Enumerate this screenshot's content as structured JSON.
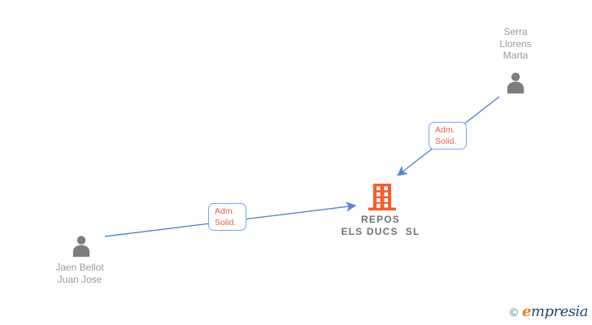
{
  "diagram": {
    "nodes": {
      "serra": {
        "type": "person",
        "label": "Serra\nLlorens\nMarta"
      },
      "jaen": {
        "type": "person",
        "label": "Jaen Bellot\nJuan Jose"
      },
      "repos": {
        "type": "company",
        "label": "REPOS\nELS DUCS  SL"
      }
    },
    "edges": [
      {
        "from": "Serra Llorens Marta",
        "to": "REPOS ELS DUCS SL",
        "label": "Adm.\nSolid."
      },
      {
        "from": "Jaen Bellot Juan Jose",
        "to": "REPOS ELS DUCS SL",
        "label": "Adm.\nSolid."
      }
    ]
  },
  "watermark": {
    "copyright_symbol": "©",
    "brand_initial": "e",
    "brand_rest": "mpresia"
  },
  "colors": {
    "edge_line": "#5287d6",
    "edge_label_border": "#74a7f5",
    "edge_label_text": "#e4604a",
    "building_icon": "#f95b2b",
    "person_icon": "#7d7d7d",
    "person_label_text": "#9a9a9a",
    "company_label_text": "#707070",
    "watermark_copyright": "#4a7f9c",
    "watermark_brand_initial": "#ee7f23",
    "watermark_brand_rest": "#1d4a6d",
    "background": "#ffffff"
  }
}
